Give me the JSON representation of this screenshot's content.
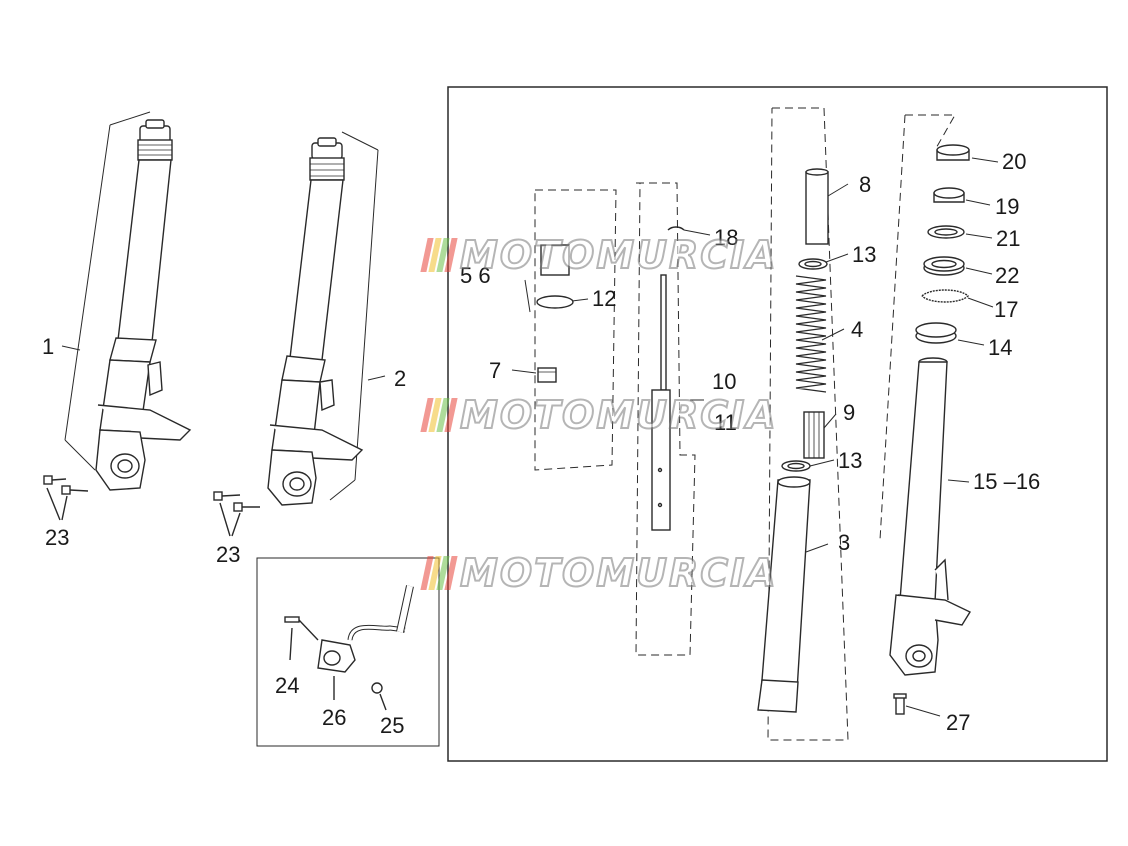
{
  "diagram": {
    "labels": {
      "l1": "1",
      "l2": "2",
      "l3": "3",
      "l4": "4",
      "l56": "5  6",
      "l7": "7",
      "l8": "8",
      "l9": "9",
      "l10": "10",
      "l11": "11",
      "l12": "12",
      "l13a": "13",
      "l13b": "13",
      "l14": "14",
      "l1516": "15 –16",
      "l17": "17",
      "l18": "18",
      "l19": "19",
      "l20": "20",
      "l21": "21",
      "l22": "22",
      "l23a": "23",
      "l23b": "23",
      "l24": "24",
      "l25": "25",
      "l26": "26",
      "l27": "27"
    },
    "watermark": {
      "text": "MOTOMURCIA",
      "stripe_colors": [
        "#e8473c",
        "#f2c12e",
        "#6cc04a",
        "#e8473c"
      ]
    },
    "colors": {
      "line": "#2a2a2a",
      "part_fill": "#ffffff",
      "part_shade": "#d8d8d8"
    }
  }
}
